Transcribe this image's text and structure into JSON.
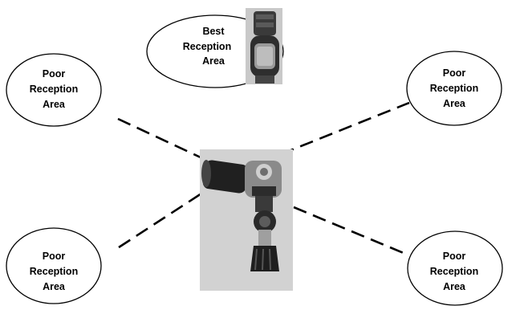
{
  "areas": {
    "best": {
      "lines": [
        "Best",
        "Reception",
        "Area"
      ]
    },
    "top_left": {
      "lines": [
        "Poor",
        "Reception",
        "Area"
      ]
    },
    "top_right": {
      "lines": [
        "Poor",
        "Reception",
        "Area"
      ]
    },
    "bottom_left": {
      "lines": [
        "Poor",
        "Reception",
        "Area"
      ]
    },
    "bottom_right": {
      "lines": [
        "Poor",
        "Reception",
        "Area"
      ]
    }
  },
  "images": {
    "watch": "dive-computer-watch",
    "transmitter": "regulator-first-stage-with-transmitter"
  }
}
